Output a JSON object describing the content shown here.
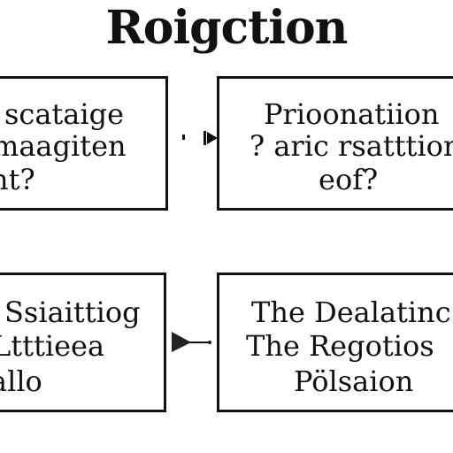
{
  "title": "Roigction",
  "boxes": {
    "top_left": [
      "scataige",
      "maagiten",
      "nt?"
    ],
    "top_right": [
      "Prioonatiion",
      "? aric rsatttion",
      "eof?"
    ],
    "bottom_left": [
      "Ssiaittiog",
      "Ltttieea",
      "allo"
    ],
    "bottom_right": [
      "The Dealatinc",
      "The Regotios",
      "Pölsaion"
    ]
  }
}
